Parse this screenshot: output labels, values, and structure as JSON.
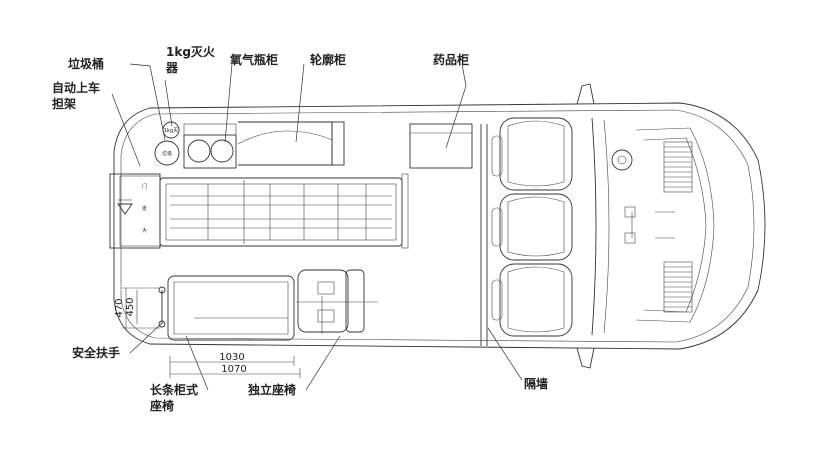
{
  "labels": {
    "trash_bin": "垃圾桶",
    "extinguisher_line1": "1kg灭火",
    "extinguisher_line2": "器",
    "oxygen_cabinet": "氧气瓶柜",
    "wheel_arch_cabinet": "轮廓柜",
    "medicine_cabinet": "药品柜",
    "stretcher_line1": "自动上车",
    "stretcher_line2": "担架",
    "handrail": "安全扶手",
    "bench_line1": "长条柜式",
    "bench_line2": "座椅",
    "single_seat": "独立座椅",
    "partition": "隔墙"
  },
  "dimensions": {
    "d470": "470",
    "d450": "450",
    "d1030": "1030",
    "d1070": "1070"
  },
  "tiny_text": {
    "extinguisher_mark": "1kg灭",
    "bin_mark": "垃圾",
    "stretcher_mark_1": "门",
    "stretcher_mark_2": "走",
    "stretcher_mark_3": "大"
  }
}
